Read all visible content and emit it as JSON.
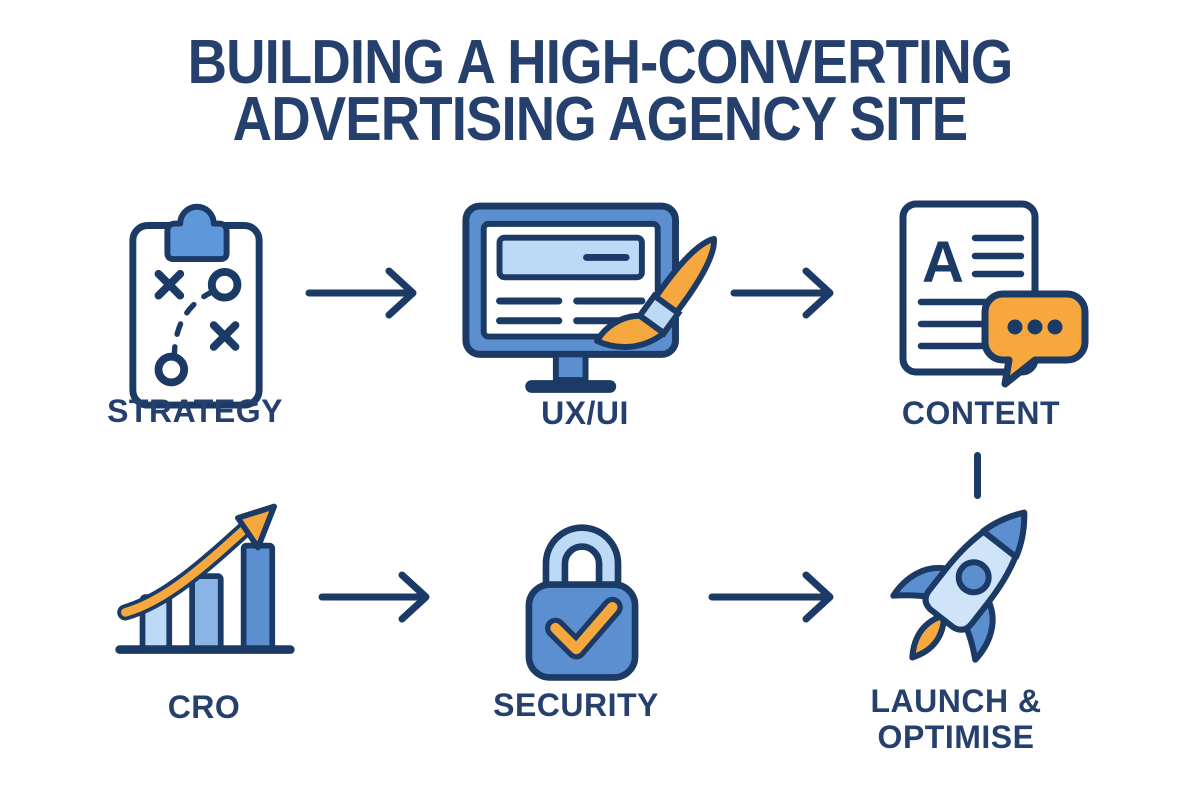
{
  "title": {
    "line1": "BUILDING A HIGH-CONVERTING",
    "line2": "ADVERTISING AGENCY SITE"
  },
  "steps": [
    {
      "id": "strategy",
      "label": "STRATEGY",
      "icon": "clipboard-strategy-icon"
    },
    {
      "id": "ux-ui",
      "label": "UX/UI",
      "icon": "monitor-paintbrush-icon"
    },
    {
      "id": "content",
      "label": "CONTENT",
      "icon": "document-chat-icon",
      "letter": "A"
    },
    {
      "id": "cro",
      "label": "CRO",
      "icon": "growth-chart-icon"
    },
    {
      "id": "security",
      "label": "SECURITY",
      "icon": "padlock-check-icon"
    },
    {
      "id": "launch-optimise",
      "label": "LAUNCH & OPTIMISE",
      "icon": "rocket-icon"
    }
  ],
  "flow": {
    "row1": [
      "STRATEGY",
      "UX/UI",
      "CONTENT"
    ],
    "row2": [
      "CRO",
      "SECURITY",
      "LAUNCH & OPTIMISE"
    ],
    "arrows": [
      "strategy→ux-ui",
      "ux-ui→content",
      "cro→security",
      "security→launch-optimise"
    ],
    "vertical_connector": "content→launch-optimise"
  },
  "colors": {
    "outline_navy": "#1b3a66",
    "text_navy": "#26406d",
    "blue": "#5b8fd0",
    "mid_blue": "#8ab4e6",
    "light_blue": "#bcd9f5",
    "pale_blue": "#cfe4f9",
    "orange": "#f6a83f",
    "background": "#ffffff"
  }
}
